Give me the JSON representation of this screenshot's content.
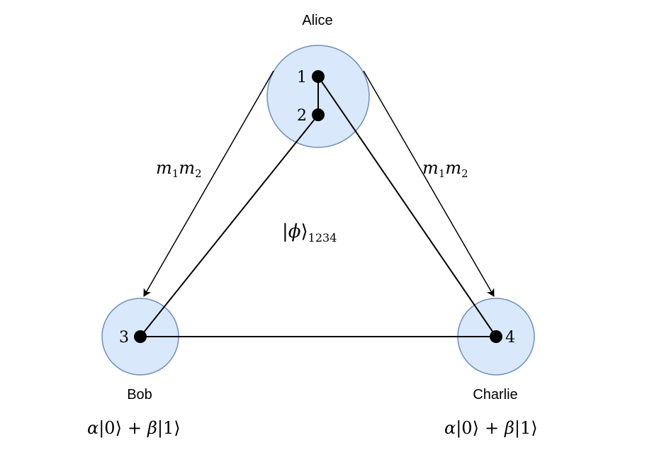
{
  "parties": {
    "alice": {
      "name": "Alice"
    },
    "bob": {
      "name": "Bob",
      "state_alpha": "α",
      "state_ket0": "|0⟩",
      "state_plus": "+",
      "state_beta": "β",
      "state_ket1": "|1⟩"
    },
    "charlie": {
      "name": "Charlie",
      "state_alpha": "α",
      "state_ket0": "|0⟩",
      "state_plus": "+",
      "state_beta": "β",
      "state_ket1": "|1⟩"
    }
  },
  "qubits": {
    "q1": "1",
    "q2": "2",
    "q3": "3",
    "q4": "4"
  },
  "messages": {
    "left": {
      "m": "m",
      "s1": "1",
      "m2": "m",
      "s2": "2"
    },
    "right": {
      "m": "m",
      "s1": "1",
      "m2": "m",
      "s2": "2"
    }
  },
  "shared_state": {
    "bar": "|",
    "phi": "ϕ",
    "angle": "⟩",
    "subscript": "1234"
  },
  "colors": {
    "circle_fill": "#dae8fc",
    "circle_stroke": "#6c8ebf"
  }
}
